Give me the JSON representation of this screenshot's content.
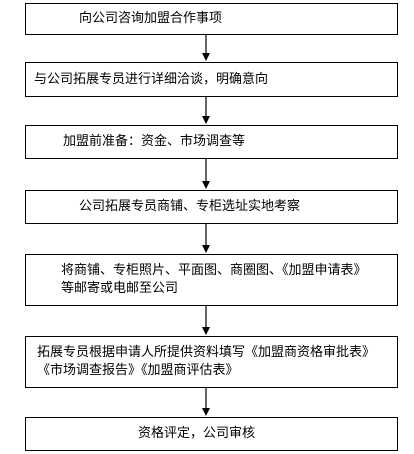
{
  "flowchart": {
    "steps": [
      {
        "text": "向公司咨询加盟合作事项"
      },
      {
        "text": "与公司拓展专员进行详细洽谈，明确意向"
      },
      {
        "text": "加盟前准备：资金、市场调查等"
      },
      {
        "text": "公司拓展专员商铺、专柜选址实地考察"
      },
      {
        "text": "将商铺、专柜照片、平面图、商圈图、《加盟申请表》等邮寄或电邮至公司"
      },
      {
        "text": "拓展专员根据申请人所提供资料填写《加盟商资格审批表》《市场调查报告》《加盟商评估表》"
      },
      {
        "text": "资格评定，公司审核"
      }
    ]
  }
}
